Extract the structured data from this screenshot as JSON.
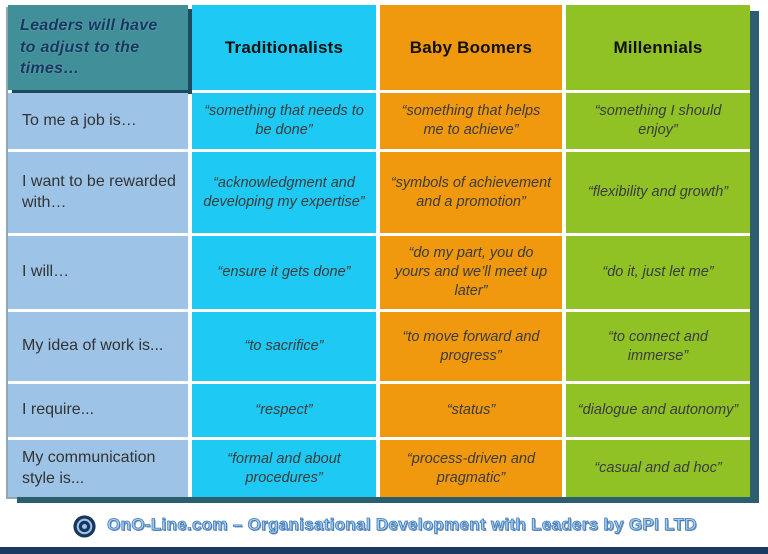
{
  "slide": {
    "corner_title": "Leaders will have to adjust to the times…",
    "columns": {
      "0": {
        "label": "Traditionalists"
      },
      "1": {
        "label": "Baby Boomers"
      },
      "2": {
        "label": "Millennials"
      }
    },
    "rows": {
      "0": {
        "label": "To me a job is…",
        "cells": {
          "0": "“something that needs to be done”",
          "1": "“something that helps me to achieve”",
          "2": "“something I should enjoy”"
        }
      },
      "1": {
        "label": "I want to be rewarded with…",
        "cells": {
          "0": "“acknowledgment and developing my expertise”",
          "1": "“symbols of achievement and a promotion”",
          "2": "“flexibility and growth”"
        }
      },
      "2": {
        "label": "I will…",
        "cells": {
          "0": "“ensure it gets done”",
          "1": "“do my part, you do yours and we’ll meet up later”",
          "2": "“do it, just let me”"
        }
      },
      "3": {
        "label": "My idea of work is...",
        "cells": {
          "0": "“to sacrifice”",
          "1": "“to move forward and progress”",
          "2": "“to connect and immerse”"
        }
      },
      "4": {
        "label": "I require...",
        "cells": {
          "0": "“respect”",
          "1": "“status”",
          "2": "“dialogue and autonomy”"
        }
      },
      "5": {
        "label": "My communication style is...",
        "cells": {
          "0": "“formal and about procedures”",
          "1": "“process-driven and pragmatic”",
          "2": "“casual and ad hoc”"
        }
      }
    },
    "footer": {
      "text": "OnO-Line.com – Organisational Development with Leaders by GPI LTD",
      "logo_icon": "concentric-circles-icon"
    },
    "colors": {
      "traditionalists": "#1EC9F3",
      "baby_boomers": "#F0990F",
      "millennials": "#90C226",
      "row_label_bg": "#9DC3E6",
      "corner_bg": "#418F98",
      "corner_text": "#17375E",
      "table_shadow": "#2B5E6F",
      "bottom_bar": "#1B3A5F",
      "footer_text": "#A9CCEC"
    }
  }
}
